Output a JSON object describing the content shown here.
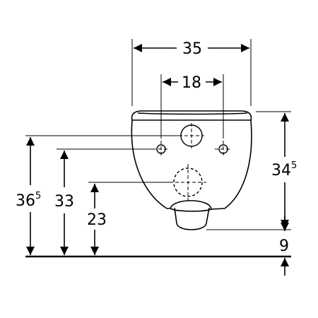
{
  "colors": {
    "line": "#000000",
    "background": "#ffffff"
  },
  "dimensions": {
    "width_total": {
      "main": "35",
      "sup": ""
    },
    "width_inlets": {
      "main": "18",
      "sup": ""
    },
    "height_body": {
      "main": "34",
      "sup": "5"
    },
    "height_top": {
      "main": "36",
      "sup": "5"
    },
    "height_bolts": {
      "main": "33",
      "sup": ""
    },
    "height_outlet": {
      "main": "23",
      "sup": ""
    },
    "floor_clearance": {
      "main": "9",
      "sup": ""
    }
  }
}
